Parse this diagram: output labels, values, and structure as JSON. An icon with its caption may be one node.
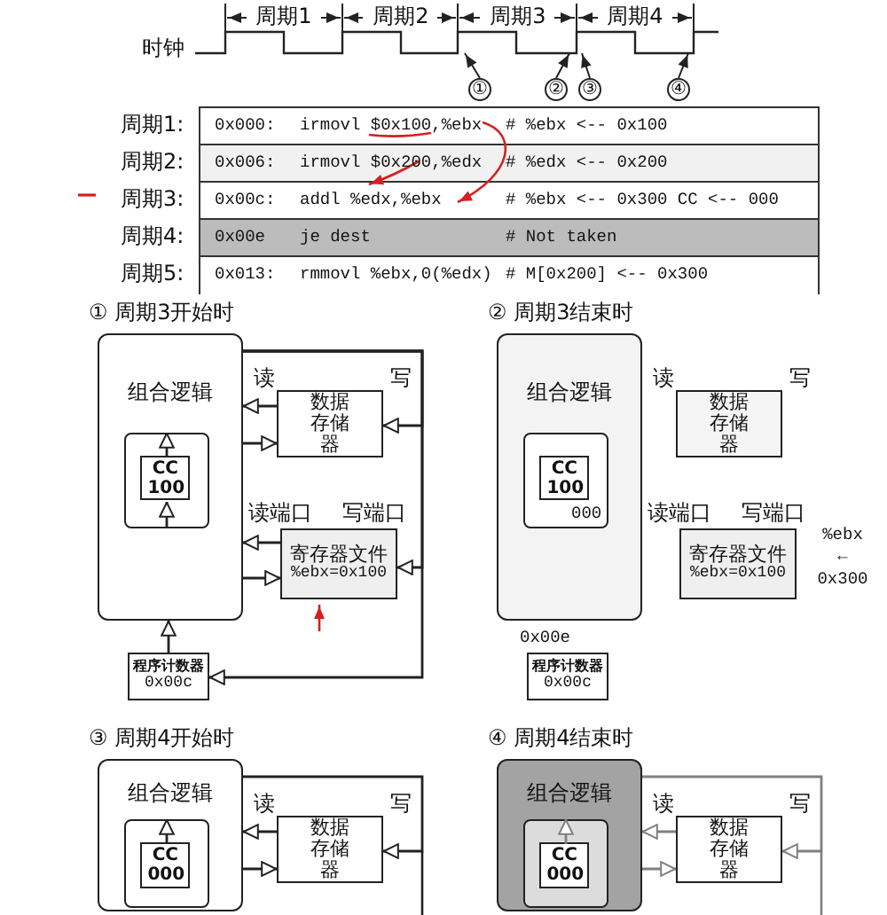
{
  "diagram": {
    "nodes": [
      {
        "text": [
          "①"
        ]
      },
      {
        "text": [
          "②"
        ]
      },
      {
        "text": [
          "③"
        ]
      },
      {
        "text": [
          "④"
        ]
      },
      {
        "text": [
          "组合逻辑"
        ]
      },
      {
        "text": [],
        "shape": "box",
        "in": 4
      },
      {
        "text": [
          "CC 100"
        ],
        "in": 5
      },
      {
        "text": [
          "数据存储器"
        ]
      },
      {
        "text": [
          "寄存器文件",
          "%ebx=0x100"
        ]
      },
      {
        "text": [
          "程序计数器",
          "0x00c"
        ]
      },
      {
        "text": [
          "组合逻辑"
        ]
      },
      {
        "text": [],
        "shape": "box",
        "in": 10,
        "beside": [
          "000"
        ]
      },
      {
        "text": [
          "CC 100"
        ],
        "in": 11
      },
      {
        "text": [
          "数据存储器"
        ]
      },
      {
        "text": [
          "寄存器文件",
          "%ebx=0x100"
        ],
        "beside": [
          "%ebx ← 0x300"
        ]
      },
      {
        "text": [
          "程序计数器",
          "0x00c"
        ],
        "beside": [
          "0x00e"
        ]
      },
      {
        "text": [
          "组合逻辑"
        ]
      },
      {
        "text": [],
        "shape": "box",
        "in": 16
      },
      {
        "text": [
          "CC 000"
        ],
        "in": 17
      },
      {
        "text": [
          "数据存储器"
        ]
      },
      {
        "text": [
          "组合逻辑"
        ]
      },
      {
        "text": [],
        "shape": "box",
        "in": 20
      },
      {
        "text": [
          "CC 000"
        ],
        "in": 21
      },
      {
        "text": [
          "数据存储器"
        ]
      },
      {
        "text": [],
        "shape": "waveform",
        "beside": [
          "时钟"
        ]
      }
    ],
    "edges": [
      {
        "from": 0,
        "to": 24,
        "arrow": "to"
      },
      {
        "from": 1,
        "to": 24,
        "arrow": "to"
      },
      {
        "from": 2,
        "to": 24,
        "arrow": "to"
      },
      {
        "from": 3,
        "to": 24,
        "arrow": "to"
      },
      {
        "from": 7,
        "to": 4,
        "arrow": "to"
      },
      {
        "from": 4,
        "to": 7,
        "arrow": "to"
      },
      {
        "from": 8,
        "to": 4,
        "arrow": "to"
      },
      {
        "from": 4,
        "to": 8,
        "arrow": "to"
      },
      {
        "from": 4,
        "to": 7,
        "arrow": "to"
      },
      {
        "from": 4,
        "to": 8,
        "arrow": "to"
      },
      {
        "from": 4,
        "to": 9,
        "arrow": "to"
      },
      {
        "from": 9,
        "to": 4,
        "arrow": "to"
      },
      {
        "from": 5,
        "to": 6,
        "arrow": "to"
      },
      {
        "from": 6,
        "to": 5,
        "arrow": "to"
      },
      {
        "from": 19,
        "to": 16,
        "arrow": "to"
      },
      {
        "from": 16,
        "to": 19,
        "arrow": "to"
      },
      {
        "from": 16,
        "to": 19,
        "arrow": "to"
      },
      {
        "from": 18,
        "to": 17,
        "arrow": "to"
      },
      {
        "from": 23,
        "to": 20,
        "arrow": "to",
        "color": "#808080"
      },
      {
        "from": 20,
        "to": 23,
        "arrow": "to",
        "color": "#808080"
      },
      {
        "from": 20,
        "to": 23,
        "arrow": "to",
        "color": "#808080"
      },
      {
        "from": 22,
        "to": 21,
        "arrow": "to",
        "color": "#808080"
      }
    ],
    "labels": [
      "周期1",
      "周期2",
      "周期3",
      "周期4",
      "周期1:",
      "0x000:",
      "irmovl $0x100,%ebx",
      "# %ebx <-- 0x100",
      "周期2:",
      "0x006:",
      "irmovl $0x200,%edx",
      "# %edx <-- 0x200",
      "周期3:",
      "0x00c:",
      "addl %edx,%ebx",
      "# %ebx <-- 0x300 CC <-- 000",
      "周期4:",
      "0x00e",
      "je dest",
      "# Not taken",
      "周期5:",
      "0x013:",
      "rmmovl %ebx,0(%edx)",
      "# M[0x200] <-- 0x300",
      "① 周期3开始时",
      "读",
      "写",
      "读端口",
      "写端口",
      "② 周期3结束时",
      "读",
      "写",
      "读端口",
      "写端口",
      "③ 周期4开始时",
      "读",
      "写",
      "④ 周期4结束时",
      "读",
      "写"
    ]
  }
}
